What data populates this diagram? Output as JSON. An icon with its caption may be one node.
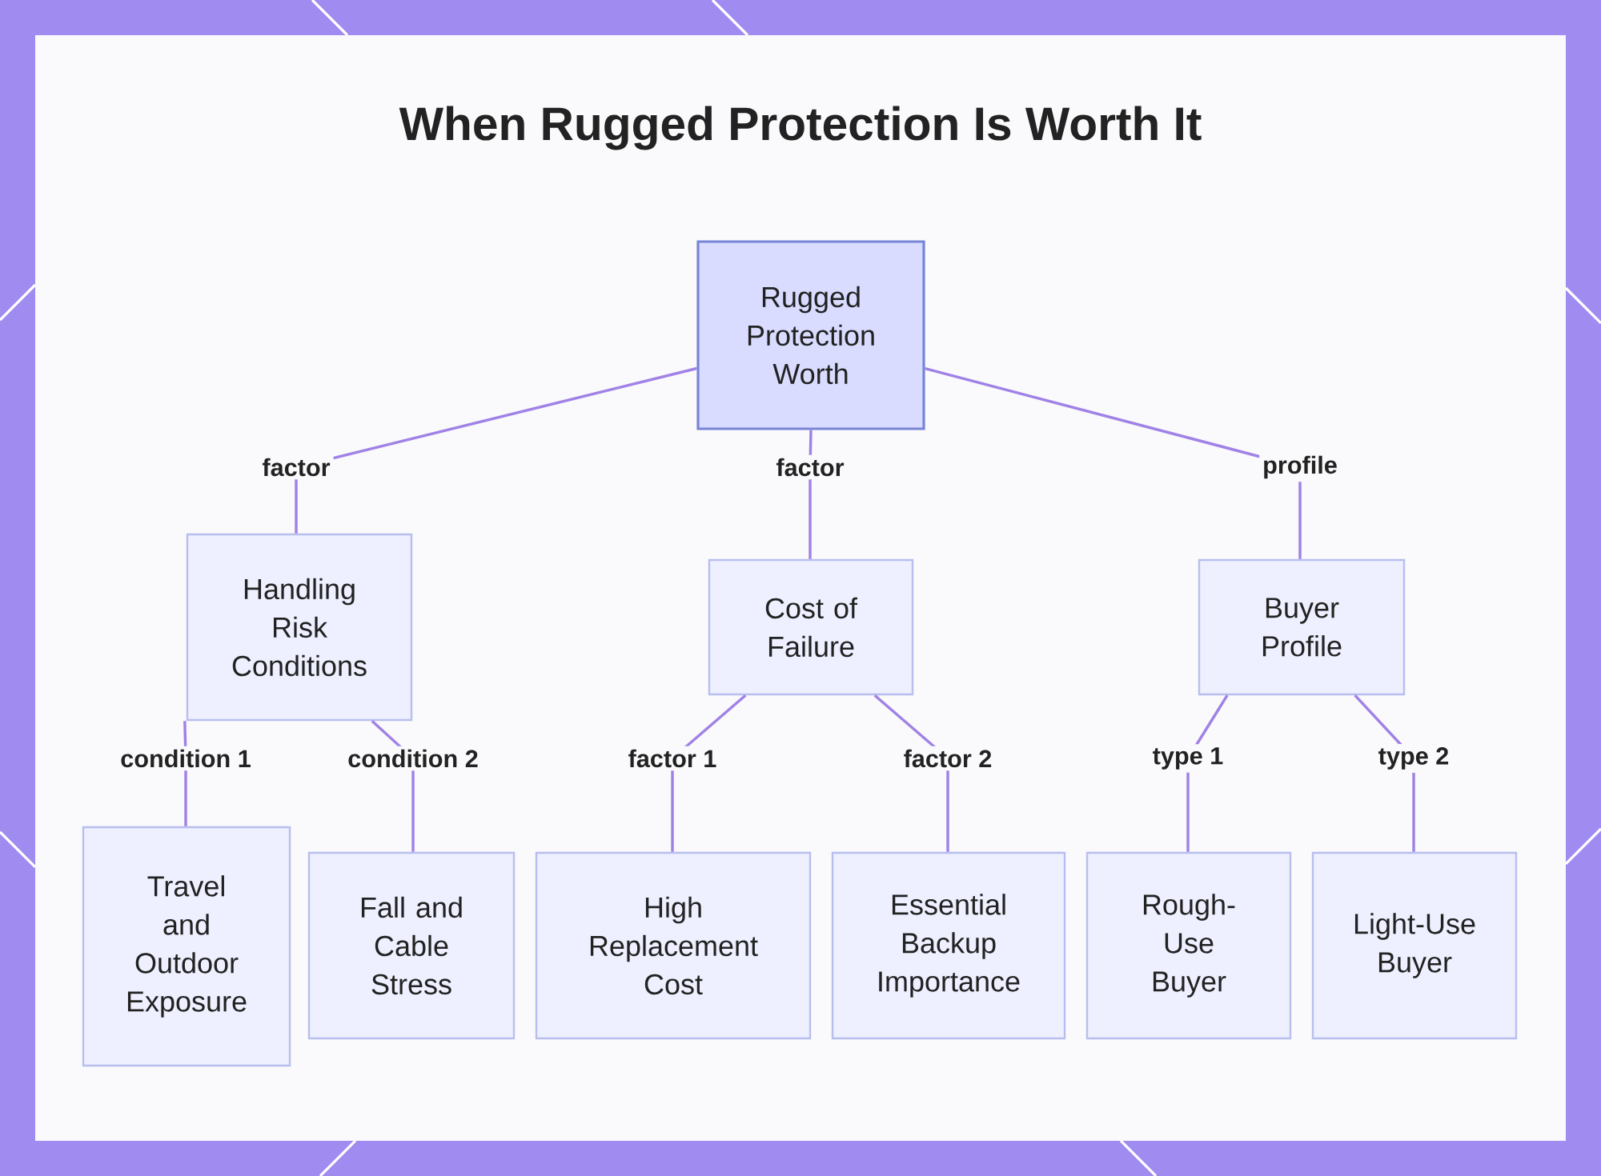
{
  "diagram": {
    "title": "When Rugged Protection Is Worth It",
    "nodes": [
      {
        "text": [
          "Rugged Protection Worth"
        ]
      },
      {
        "text": [
          "Handling Risk Conditions"
        ]
      },
      {
        "text": [
          "Cost of Failure"
        ]
      },
      {
        "text": [
          "Buyer Profile"
        ]
      },
      {
        "text": [
          "Travel and Outdoor Exposure"
        ]
      },
      {
        "text": [
          "Fall and Cable Stress"
        ]
      },
      {
        "text": [
          "High Replacement Cost"
        ]
      },
      {
        "text": [
          "Essential Backup Importance"
        ]
      },
      {
        "text": [
          "Rough-Use Buyer"
        ]
      },
      {
        "text": [
          "Light-Use Buyer"
        ]
      }
    ],
    "edges": [
      {
        "from": 0,
        "to": 1,
        "arrow": "none",
        "label": "factor"
      },
      {
        "from": 0,
        "to": 2,
        "arrow": "none",
        "label": "factor"
      },
      {
        "from": 0,
        "to": 3,
        "arrow": "none",
        "label": "profile"
      },
      {
        "from": 1,
        "to": 4,
        "arrow": "none",
        "label": "condition 1"
      },
      {
        "from": 1,
        "to": 5,
        "arrow": "none",
        "label": "condition 2"
      },
      {
        "from": 2,
        "to": 6,
        "arrow": "none",
        "label": "factor 1"
      },
      {
        "from": 2,
        "to": 7,
        "arrow": "none",
        "label": "factor 2"
      },
      {
        "from": 3,
        "to": 8,
        "arrow": "none",
        "label": "type 1"
      },
      {
        "from": 3,
        "to": 9,
        "arrow": "none",
        "label": "type 2"
      }
    ]
  }
}
